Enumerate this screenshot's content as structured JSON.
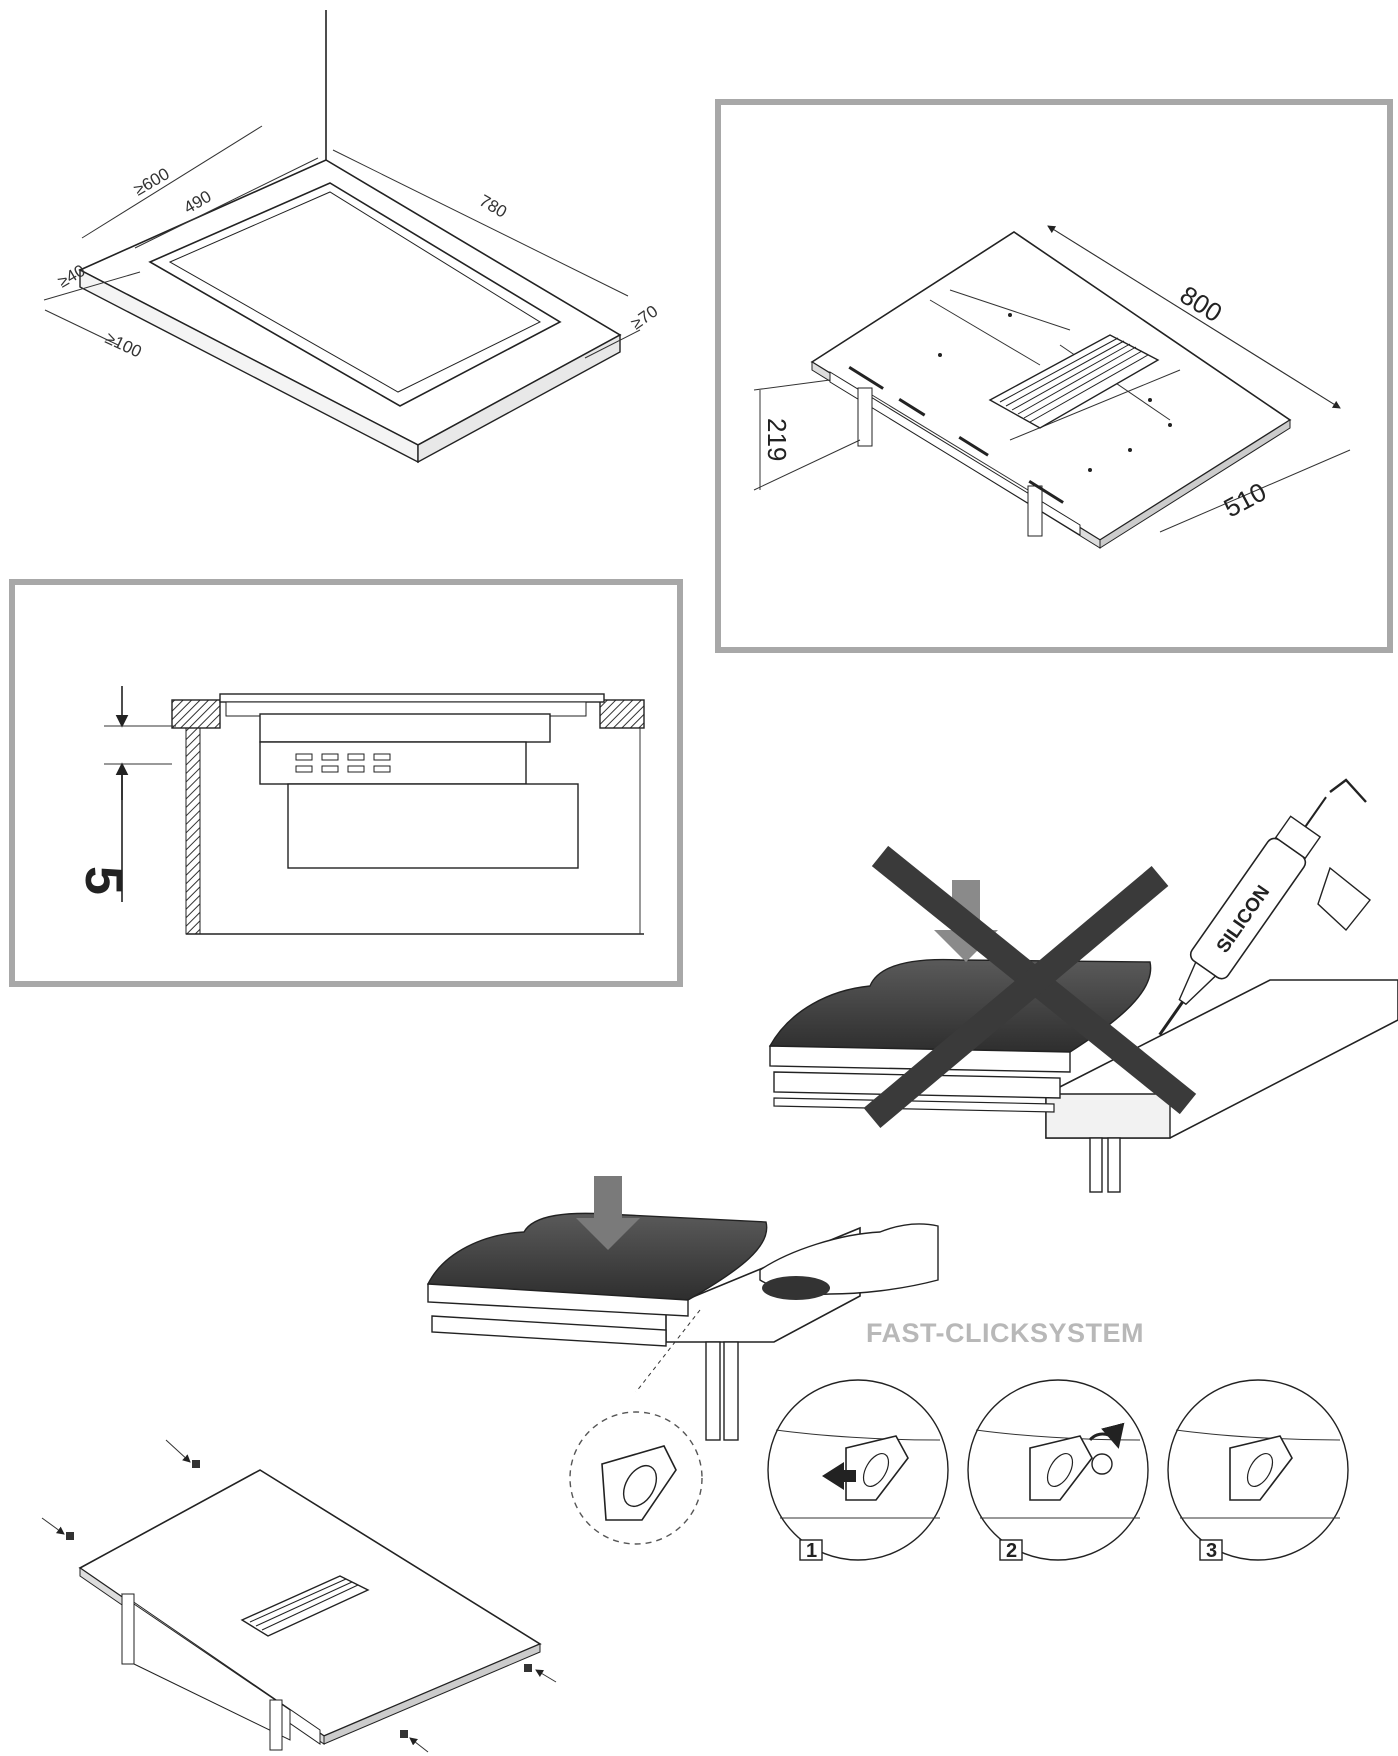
{
  "cutout": {
    "min_depth": "≥600",
    "cut_depth": "490",
    "cut_width": "780",
    "min_front": "≥40",
    "min_wall": "≥100",
    "min_side": "≥70"
  },
  "hob_dimensions": {
    "width": "800",
    "depth": "510",
    "height": "219"
  },
  "section": {
    "gap": "5"
  },
  "sealant": {
    "tube_label": "SILICON"
  },
  "fixing": {
    "system_name": "FAST-CLICKSYSTEM",
    "steps": [
      "1",
      "2",
      "3"
    ]
  },
  "colors": {
    "frame": "#a8a8a8",
    "cross": "#3a3a3a",
    "brand_text": "#b8b8b8",
    "arrow": "#7a7a7a"
  }
}
